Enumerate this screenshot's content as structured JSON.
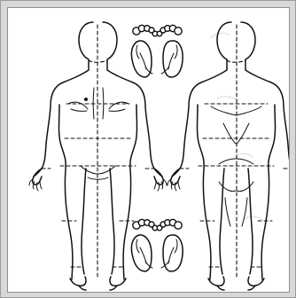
{
  "diagram": {
    "type": "body-chart",
    "views": [
      "front",
      "back"
    ],
    "foot_views": [
      "plantar-top",
      "plantar-bottom"
    ]
  }
}
